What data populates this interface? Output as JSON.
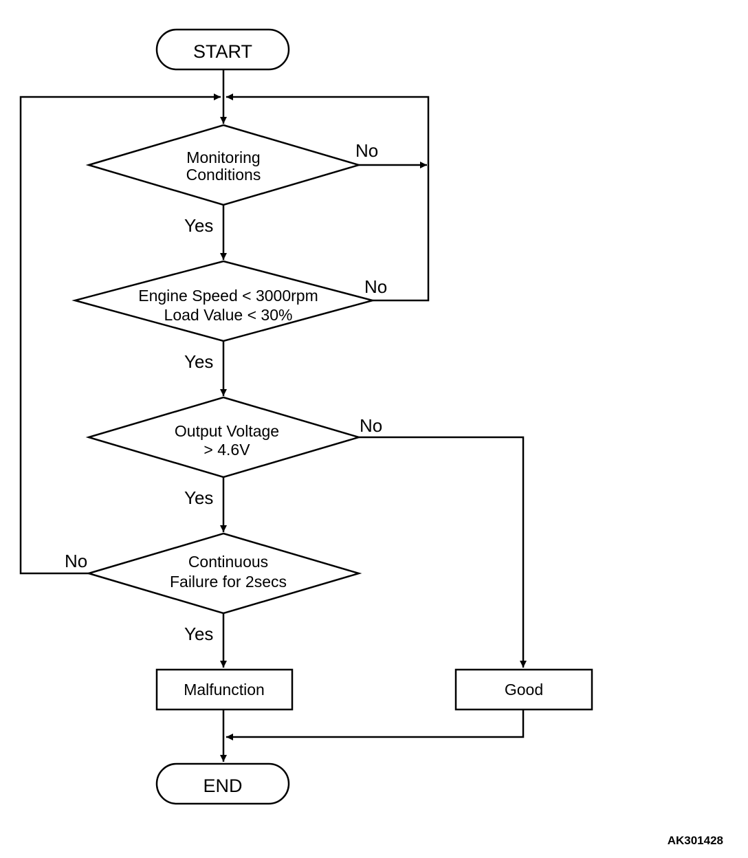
{
  "nodes": {
    "start": "START",
    "d1_line1": "Monitoring",
    "d1_line2": "Conditions",
    "d2_line1": "Engine Speed < 3000rpm",
    "d2_line2": "Load Value < 30%",
    "d3_line1": "Output Voltage",
    "d3_line2": "> 4.6V",
    "d4_line1": "Continuous",
    "d4_line2": "Failure for 2secs",
    "malfunction": "Malfunction",
    "good": "Good",
    "end": "END"
  },
  "edges": {
    "yes": "Yes",
    "no": "No"
  },
  "reference": "AK301428"
}
